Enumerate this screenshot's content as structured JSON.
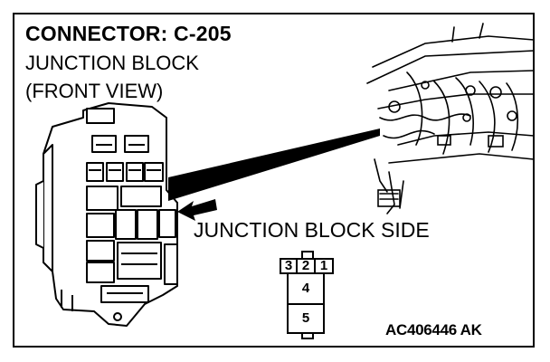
{
  "title": "CONNECTOR: C-205",
  "subtitle_line1": "JUNCTION BLOCK",
  "subtitle_line2": "(FRONT VIEW)",
  "side_label": "JUNCTION BLOCK SIDE",
  "figure_code": "AC406446 AK",
  "connector_pins": {
    "row1": [
      "3",
      "2",
      "1"
    ],
    "row2": "4",
    "row3": "5"
  }
}
